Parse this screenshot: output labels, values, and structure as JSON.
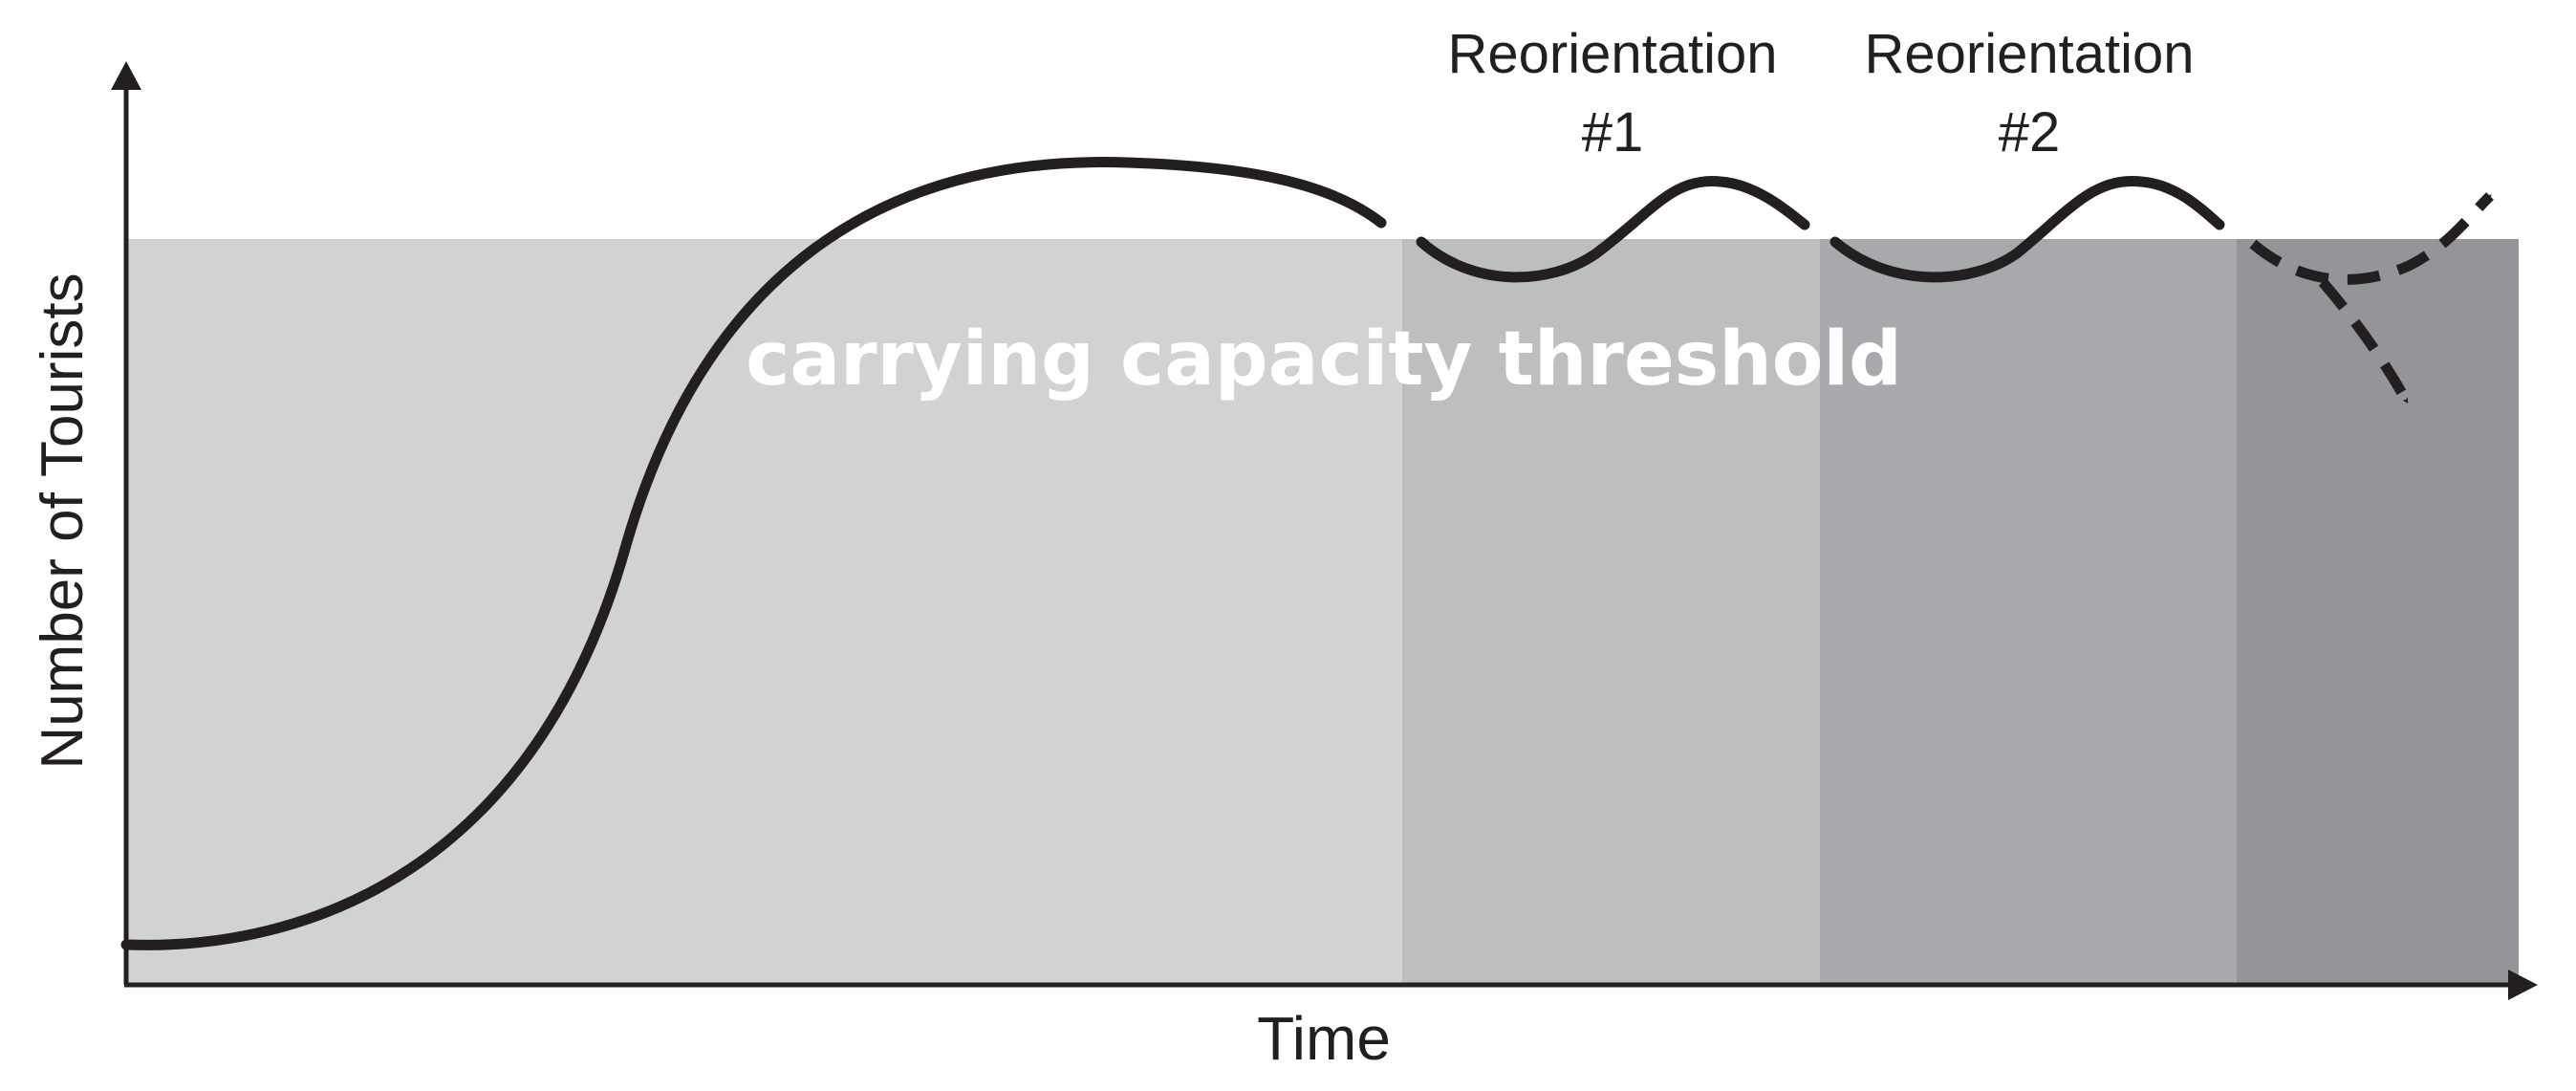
{
  "diagram": {
    "y_axis_label": "Number of Tourists",
    "x_axis_label": "Time",
    "threshold_label": "carrying capacity threshold",
    "reorientations": [
      {
        "line1": "Reorientation",
        "line2": "#1"
      },
      {
        "line1": "Reorientation",
        "line2": "#2"
      }
    ]
  },
  "colors": {
    "zone_base": "#d1d2d4",
    "zone_reorientation_1": "#bdbec0",
    "zone_reorientation_2": "#a7a9ac",
    "zone_outcome": "#939598",
    "curve": "#231f20",
    "threshold_text": "#ffffff"
  }
}
